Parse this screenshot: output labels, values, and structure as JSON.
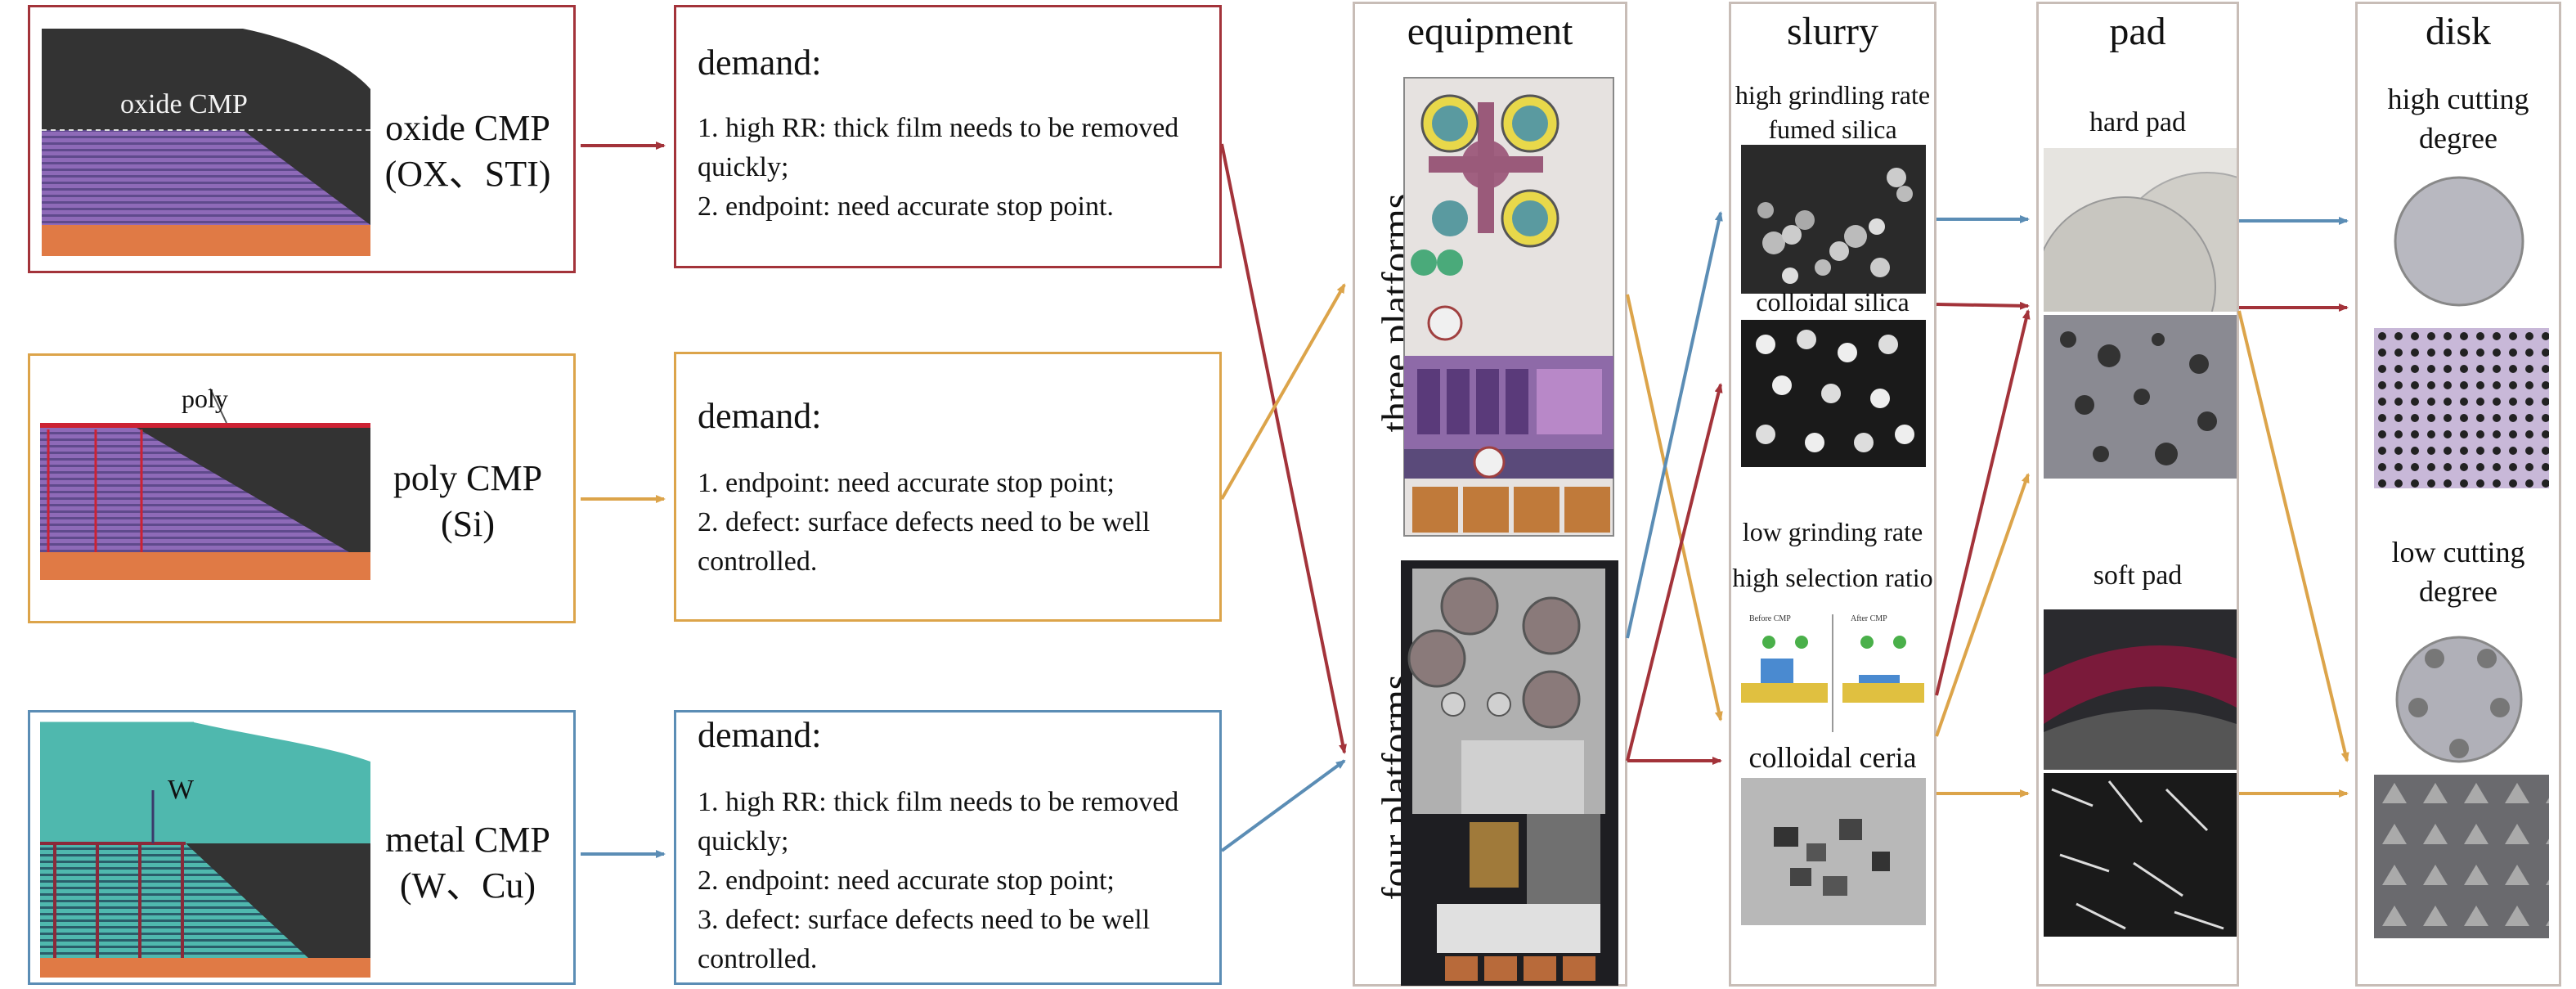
{
  "colors": {
    "oxide": "#a3333a",
    "poly": "#dca44a",
    "metal": "#5b8db5",
    "neutral_border": "#c8bdb7"
  },
  "processes": [
    {
      "key": "oxide",
      "schematic_label": "oxide CMP",
      "name_line1": "oxide CMP",
      "name_line2": "(OX、STI)",
      "demand_title": "demand:",
      "demand_lines": [
        "1. high RR: thick film needs to be removed quickly;",
        "2. endpoint: need accurate stop point."
      ]
    },
    {
      "key": "poly",
      "schematic_label": "poly",
      "name_line1": "poly CMP",
      "name_line2": "(Si)",
      "demand_title": "demand:",
      "demand_lines": [
        "1. endpoint: need accurate stop point;",
        "2. defect: surface defects need to be well controlled."
      ]
    },
    {
      "key": "metal",
      "schematic_label": "W",
      "name_line1": "metal CMP",
      "name_line2": "(W、Cu)",
      "demand_title": "demand:",
      "demand_lines": [
        "1. high RR: thick film needs to be removed quickly;",
        "2. endpoint: need accurate stop point;",
        "3. defect: surface defects need to be well controlled."
      ]
    }
  ],
  "equipment": {
    "title": "equipment",
    "three_label": "three platforms",
    "four_label": "four platforms"
  },
  "slurry": {
    "title": "slurry",
    "fumed_line1": "high grindling rate",
    "fumed_line2": "fumed silica",
    "colloidal_silica": "colloidal silica",
    "low_rate": "low grinding rate",
    "high_selection": "high selection ratio",
    "colloidal_ceria": "colloidal ceria",
    "inset_before": "Before CMP",
    "inset_after": "After CMP"
  },
  "pad": {
    "title": "pad",
    "hard": "hard pad",
    "soft": "soft pad"
  },
  "disk": {
    "title": "disk",
    "high_line1": "high cutting",
    "high_line2": "degree",
    "low_line1": "low cutting",
    "low_line2": "degree"
  }
}
